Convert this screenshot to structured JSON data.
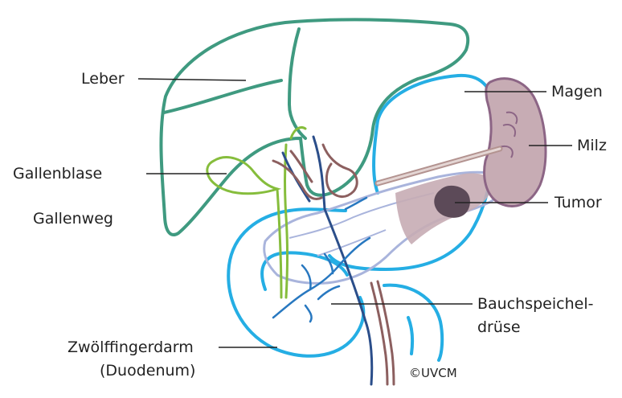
{
  "labels": {
    "leber": "Leber",
    "gallenblase": "Gallenblase",
    "gallenweg": "Gallenweg",
    "zwoelffinger_line1": "Zwölffingerdarm",
    "zwoelffinger_line2": "(Duodenum)",
    "magen": "Magen",
    "milz": "Milz",
    "tumor": "Tumor",
    "bauch_line1": "Bauchspeichel-",
    "bauch_line2": "drüse"
  },
  "copyright": "©UVCM",
  "colors": {
    "liver": "#3f9a80",
    "gallbladder": "#86bd3c",
    "stomach_duodenum": "#25aee4",
    "pancreas": "#a9b4dc",
    "spleen": "#8c6585",
    "spleen_fill": "#c7acb4",
    "tumor": "#5c4a58",
    "artery": "#8c5f5f",
    "vein": "#2b4e8a",
    "pancreatic_duct": "#2878c0",
    "leader_line": "#222222"
  }
}
